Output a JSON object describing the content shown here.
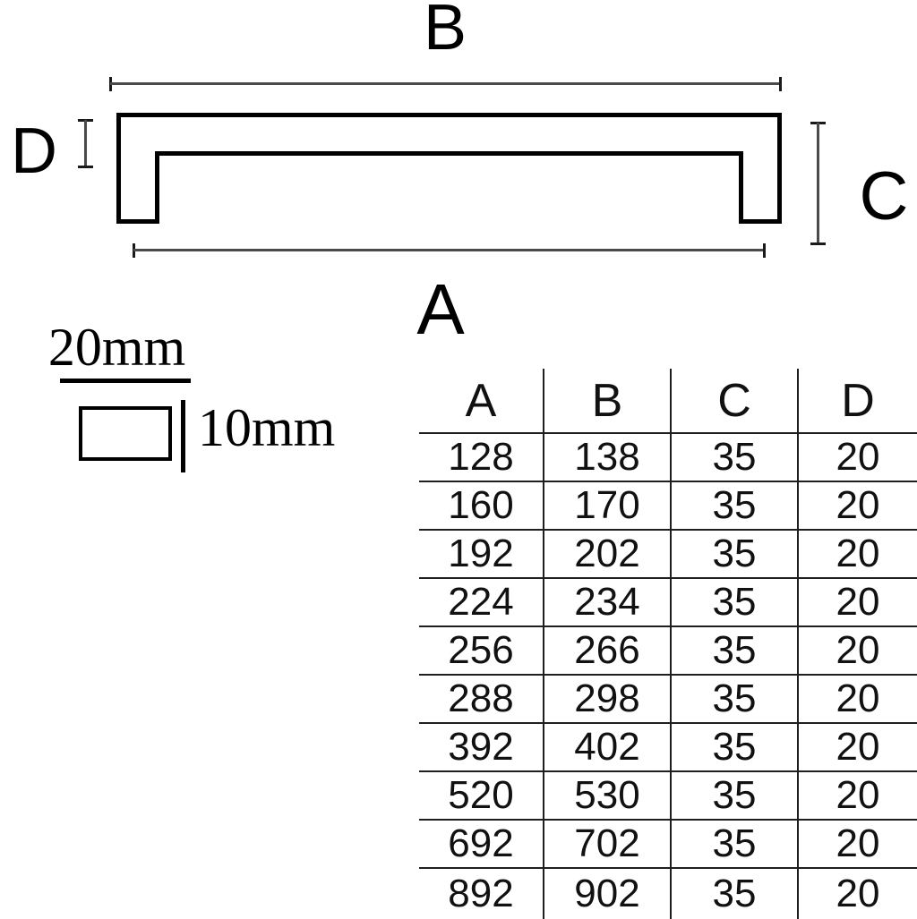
{
  "diagram": {
    "labels": {
      "b": "B",
      "d": "D",
      "c": "C",
      "a": "A"
    }
  },
  "cross_section": {
    "width_label": "20mm",
    "height_label": "10mm"
  },
  "table": {
    "headers": [
      "A",
      "B",
      "C",
      "D"
    ],
    "rows": [
      [
        128,
        138,
        35,
        20
      ],
      [
        160,
        170,
        35,
        20
      ],
      [
        192,
        202,
        35,
        20
      ],
      [
        224,
        234,
        35,
        20
      ],
      [
        256,
        266,
        35,
        20
      ],
      [
        288,
        298,
        35,
        20
      ],
      [
        392,
        402,
        35,
        20
      ],
      [
        520,
        530,
        35,
        20
      ],
      [
        692,
        702,
        35,
        20
      ],
      [
        892,
        902,
        35,
        20
      ]
    ]
  },
  "colors": {
    "ink": "#000000",
    "dim_line": "#4a4a4a",
    "tick": "#1a1a1a",
    "table_line": "#1f1f1f",
    "text": "#111111",
    "bg": "#ffffff"
  }
}
